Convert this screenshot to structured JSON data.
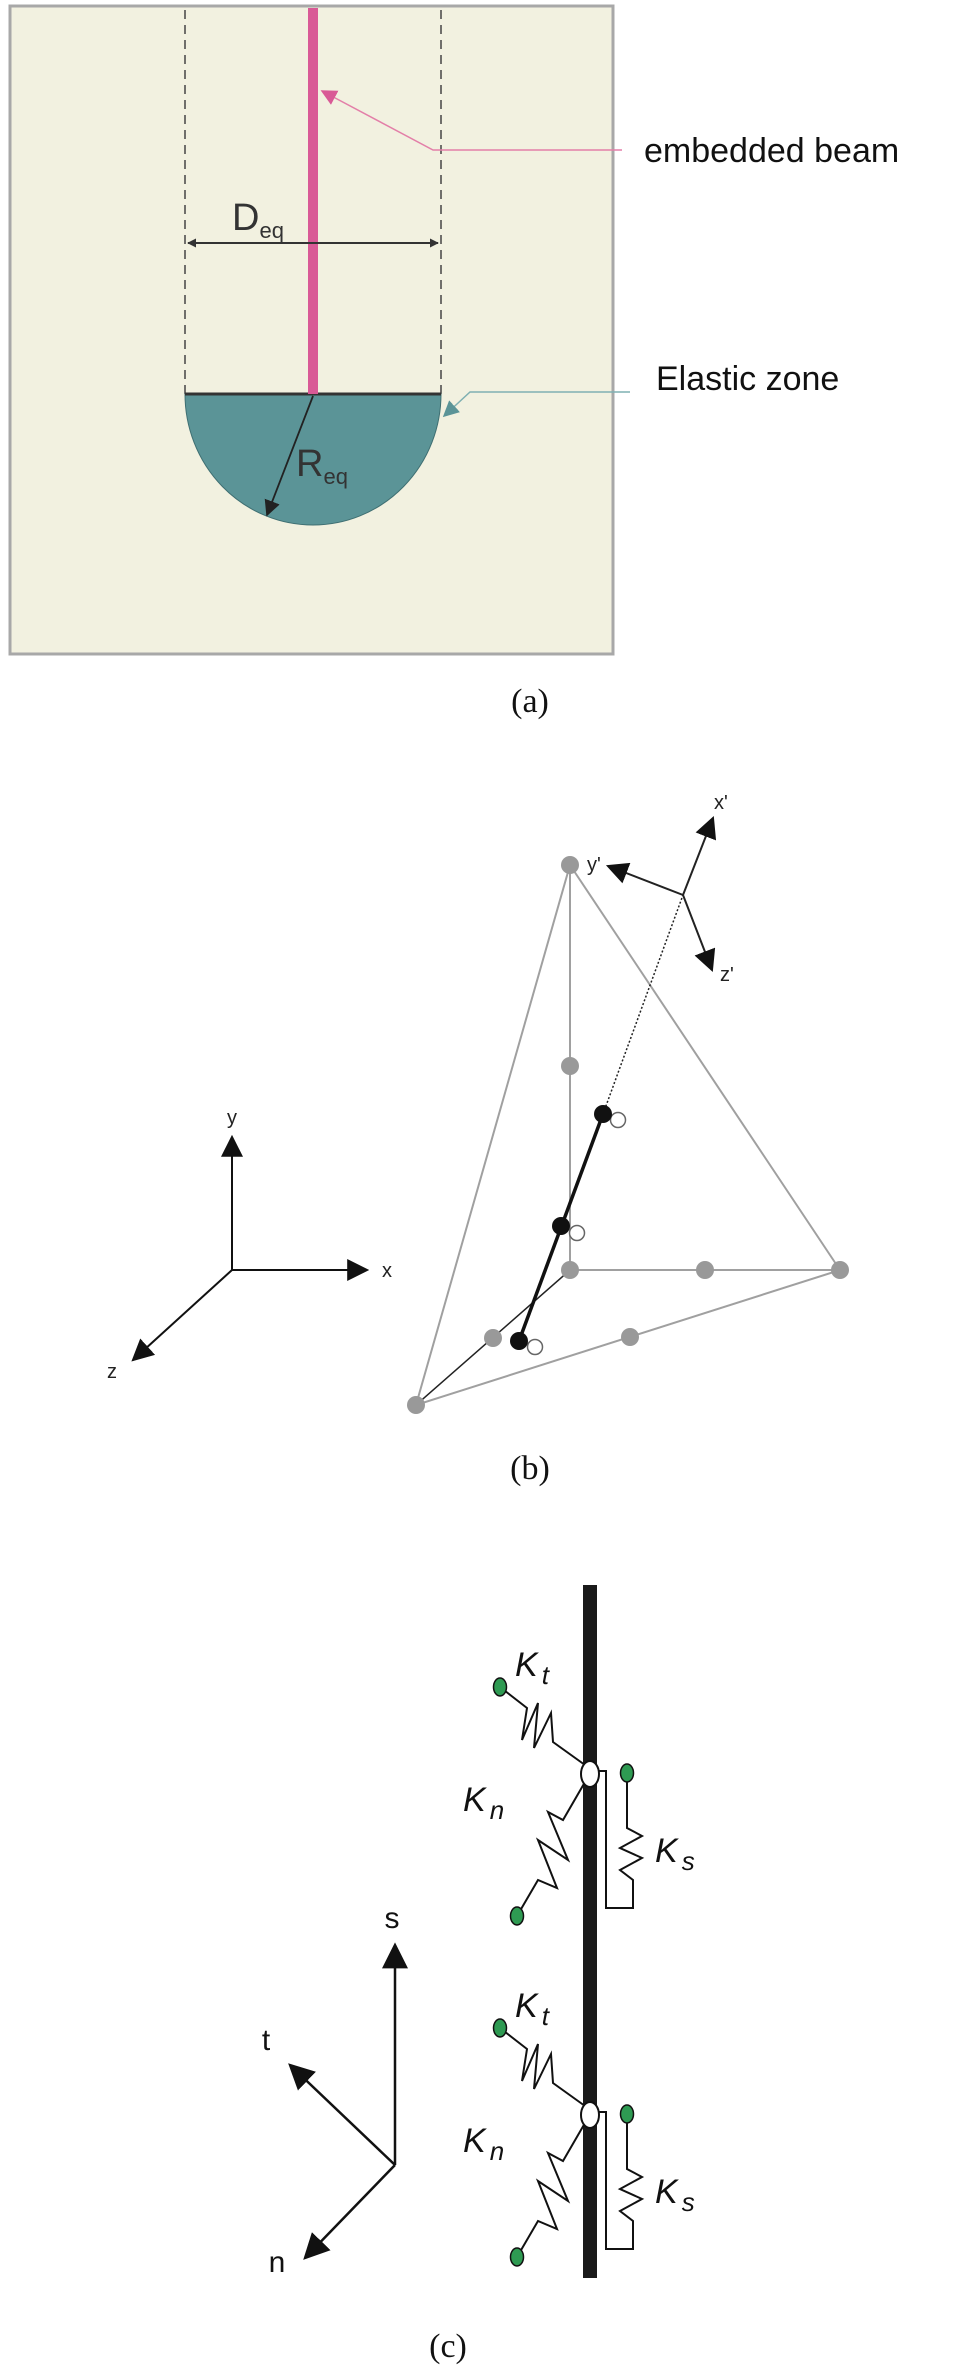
{
  "panel_a": {
    "caption": "(a)",
    "labels": {
      "beam": "embedded beam",
      "zone": "Elastic zone",
      "diameter_main": "D",
      "diameter_sub": "eq",
      "radius_main": "R",
      "radius_sub": "eq"
    },
    "colors": {
      "background": "#f2f1e0",
      "border": "#a8a8a8",
      "beam": "#d95a96",
      "zone_fill": "#5b9497",
      "zone_leader": "#7fb0b2",
      "beam_leader": "#e37fa8",
      "dims": "#333333"
    }
  },
  "panel_b": {
    "caption": "(b)",
    "global_axes": {
      "x": "x",
      "y": "y",
      "z": "z"
    },
    "local_axes": {
      "x": "x'",
      "y": "y'",
      "z": "z'"
    },
    "colors": {
      "element": "#a0a0a0",
      "node": "#999999",
      "beam": "#1a1a1a"
    }
  },
  "panel_c": {
    "caption": "(c)",
    "axes": {
      "s": "s",
      "t": "t",
      "n": "n"
    },
    "springs": [
      {
        "kt_main": "K",
        "kt_sub": "t",
        "kn_main": "K",
        "kn_sub": "n",
        "ks_main": "K",
        "ks_sub": "s"
      },
      {
        "kt_main": "K",
        "kt_sub": "t",
        "kn_main": "K",
        "kn_sub": "n",
        "ks_main": "K",
        "ks_sub": "s"
      }
    ],
    "colors": {
      "beam": "#1a1a1a",
      "ground_node": "#2e9a52"
    }
  }
}
